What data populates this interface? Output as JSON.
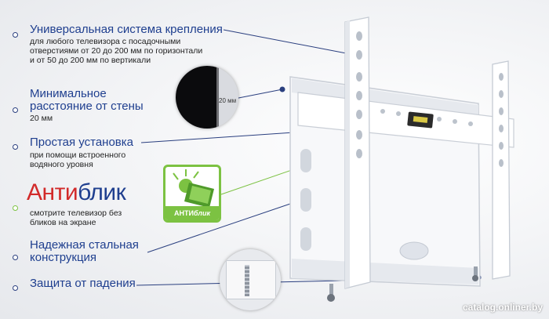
{
  "features": [
    {
      "title": "Универсальная система крепления",
      "desc": [
        "для любого телевизора с посадочными",
        "отверстиями от 20 до 200 мм по горизонтали",
        "и от 50 до 200 мм по вертикали"
      ]
    },
    {
      "title": [
        "Минимальное",
        "расстояние от стены"
      ],
      "desc": [
        "20 мм"
      ]
    },
    {
      "title": "Простая установка",
      "desc": [
        "при помощи встроенного",
        "водяного уровня"
      ]
    },
    {
      "title_red": "Анти",
      "title_blue": "блик",
      "desc": [
        "смотрите телевизор без",
        "бликов на экране"
      ]
    },
    {
      "title": [
        "Надежная стальная",
        "конструкция"
      ],
      "desc": []
    },
    {
      "title": "Защита от падения",
      "desc": []
    }
  ],
  "inset_label": "20 мм",
  "badge": {
    "text_caps": "АНТИ",
    "text_italic": "блик"
  },
  "watermark": "catalog.onliner.by",
  "colors": {
    "title": "#1f3f8f",
    "accent_red": "#d22a2a",
    "badge_green": "#7cc242",
    "line": "#2a3f7f"
  }
}
